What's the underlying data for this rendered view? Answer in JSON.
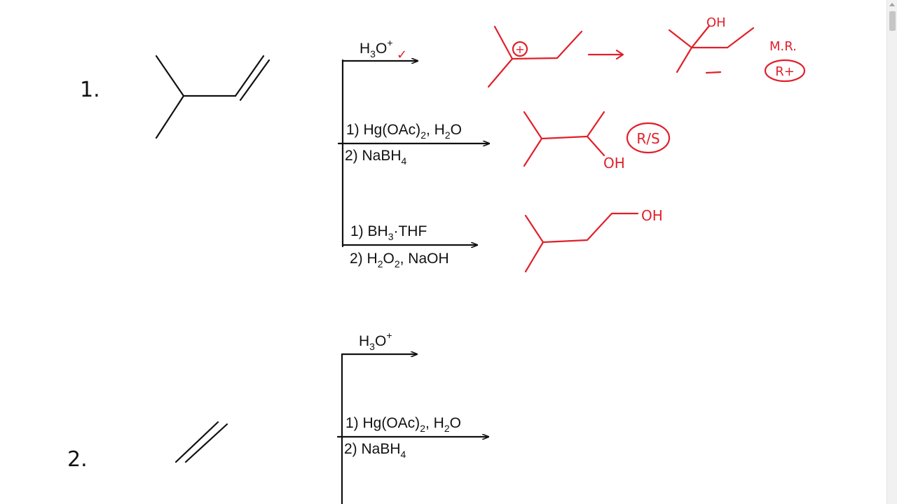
{
  "problems": [
    {
      "label": "1.",
      "reactions": [
        {
          "reagent_lines": [
            [
              "H",
              "3",
              "O",
              "+"
            ]
          ],
          "annotation": "✓"
        },
        {
          "reagent_lines": [
            [
              "1) Hg(OAc)",
              "2",
              ", H",
              "2",
              "O"
            ],
            [
              "2) NaBH",
              "4"
            ]
          ],
          "stereo_note": "R/S"
        },
        {
          "reagent_lines": [
            [
              "1) BH",
              "3",
              "·THF"
            ],
            [
              "2) H",
              "2",
              "O",
              "2",
              ", NaOH"
            ]
          ],
          "product_group": "OH"
        }
      ]
    },
    {
      "label": "2.",
      "reactions": [
        {
          "reagent_lines": [
            [
              "H",
              "3",
              "O",
              "+"
            ]
          ]
        },
        {
          "reagent_lines": [
            [
              "1) Hg(OAc)",
              "2",
              ", H",
              "2",
              "O"
            ],
            [
              "2) NaBH",
              "4"
            ]
          ]
        }
      ]
    }
  ],
  "annotations": {
    "carbocation_charge": "+",
    "markovnikov_product_group": "OH",
    "markovnikov_note": "M.R.",
    "rearrangement_note": "R+",
    "oxymercuration_product_group": "OH",
    "stereo_note": "R/S",
    "hydroboration_product_group": "OH"
  },
  "colors": {
    "ink": "#111111",
    "handwriting": "#e0202a",
    "background": "#ffffff"
  }
}
